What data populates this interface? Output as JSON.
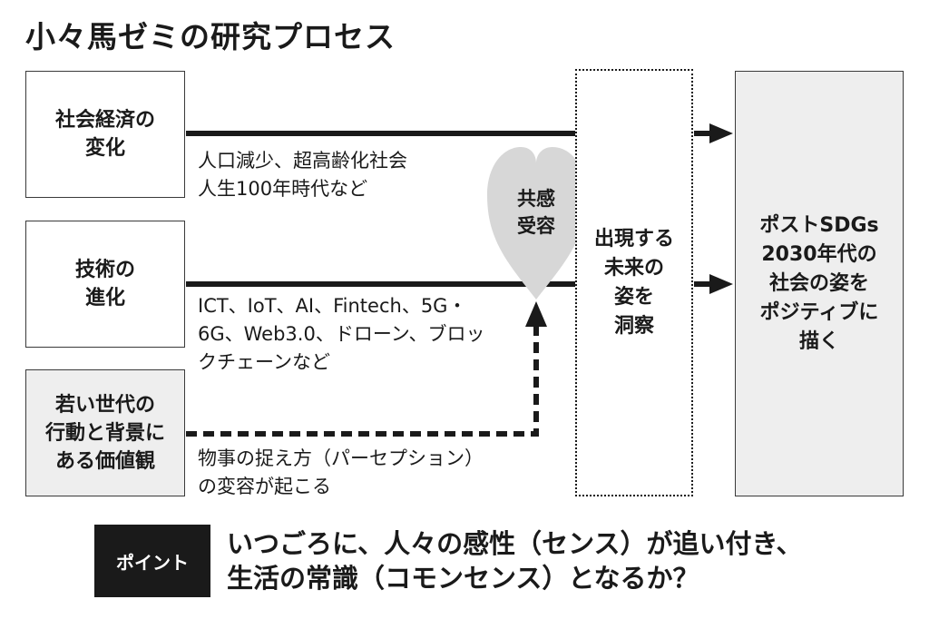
{
  "title": "小々馬ゼミの研究プロセス",
  "inputs": [
    {
      "lines": [
        "社会経済の",
        "変化"
      ],
      "desc": [
        "人口減少、超高齢化社会",
        "人生100年時代など"
      ]
    },
    {
      "lines": [
        "技術の",
        "進化"
      ],
      "desc": [
        "ICT、IoT、AI、Fintech、5G・",
        "6G、Web3.0、ドローン、ブロッ",
        "クチェーンなど"
      ]
    },
    {
      "lines": [
        "若い世代の",
        "行動と背景に",
        "ある価値観"
      ],
      "desc": [
        "物事の捉え方（パーセプション）",
        "の変容が起こる"
      ]
    }
  ],
  "heart": {
    "lines": [
      "共感",
      "受容"
    ]
  },
  "middle": {
    "lines": [
      "出現する",
      "未来の",
      "姿を",
      "洞察"
    ]
  },
  "output": {
    "lines": [
      "ポストSDGs",
      "2030年代の",
      "社会の姿を",
      "ポジティブに",
      "描く"
    ]
  },
  "point": {
    "tag": "ポイント",
    "lines": [
      "いつごろに、人々の感性（センス）が追い付き、",
      "生活の常識（コモンセンス）となるか？"
    ]
  },
  "colors": {
    "ink": "#1a1a1a",
    "gray_fill": "#eeeeee",
    "heart_fill": "#d7d7d7"
  }
}
